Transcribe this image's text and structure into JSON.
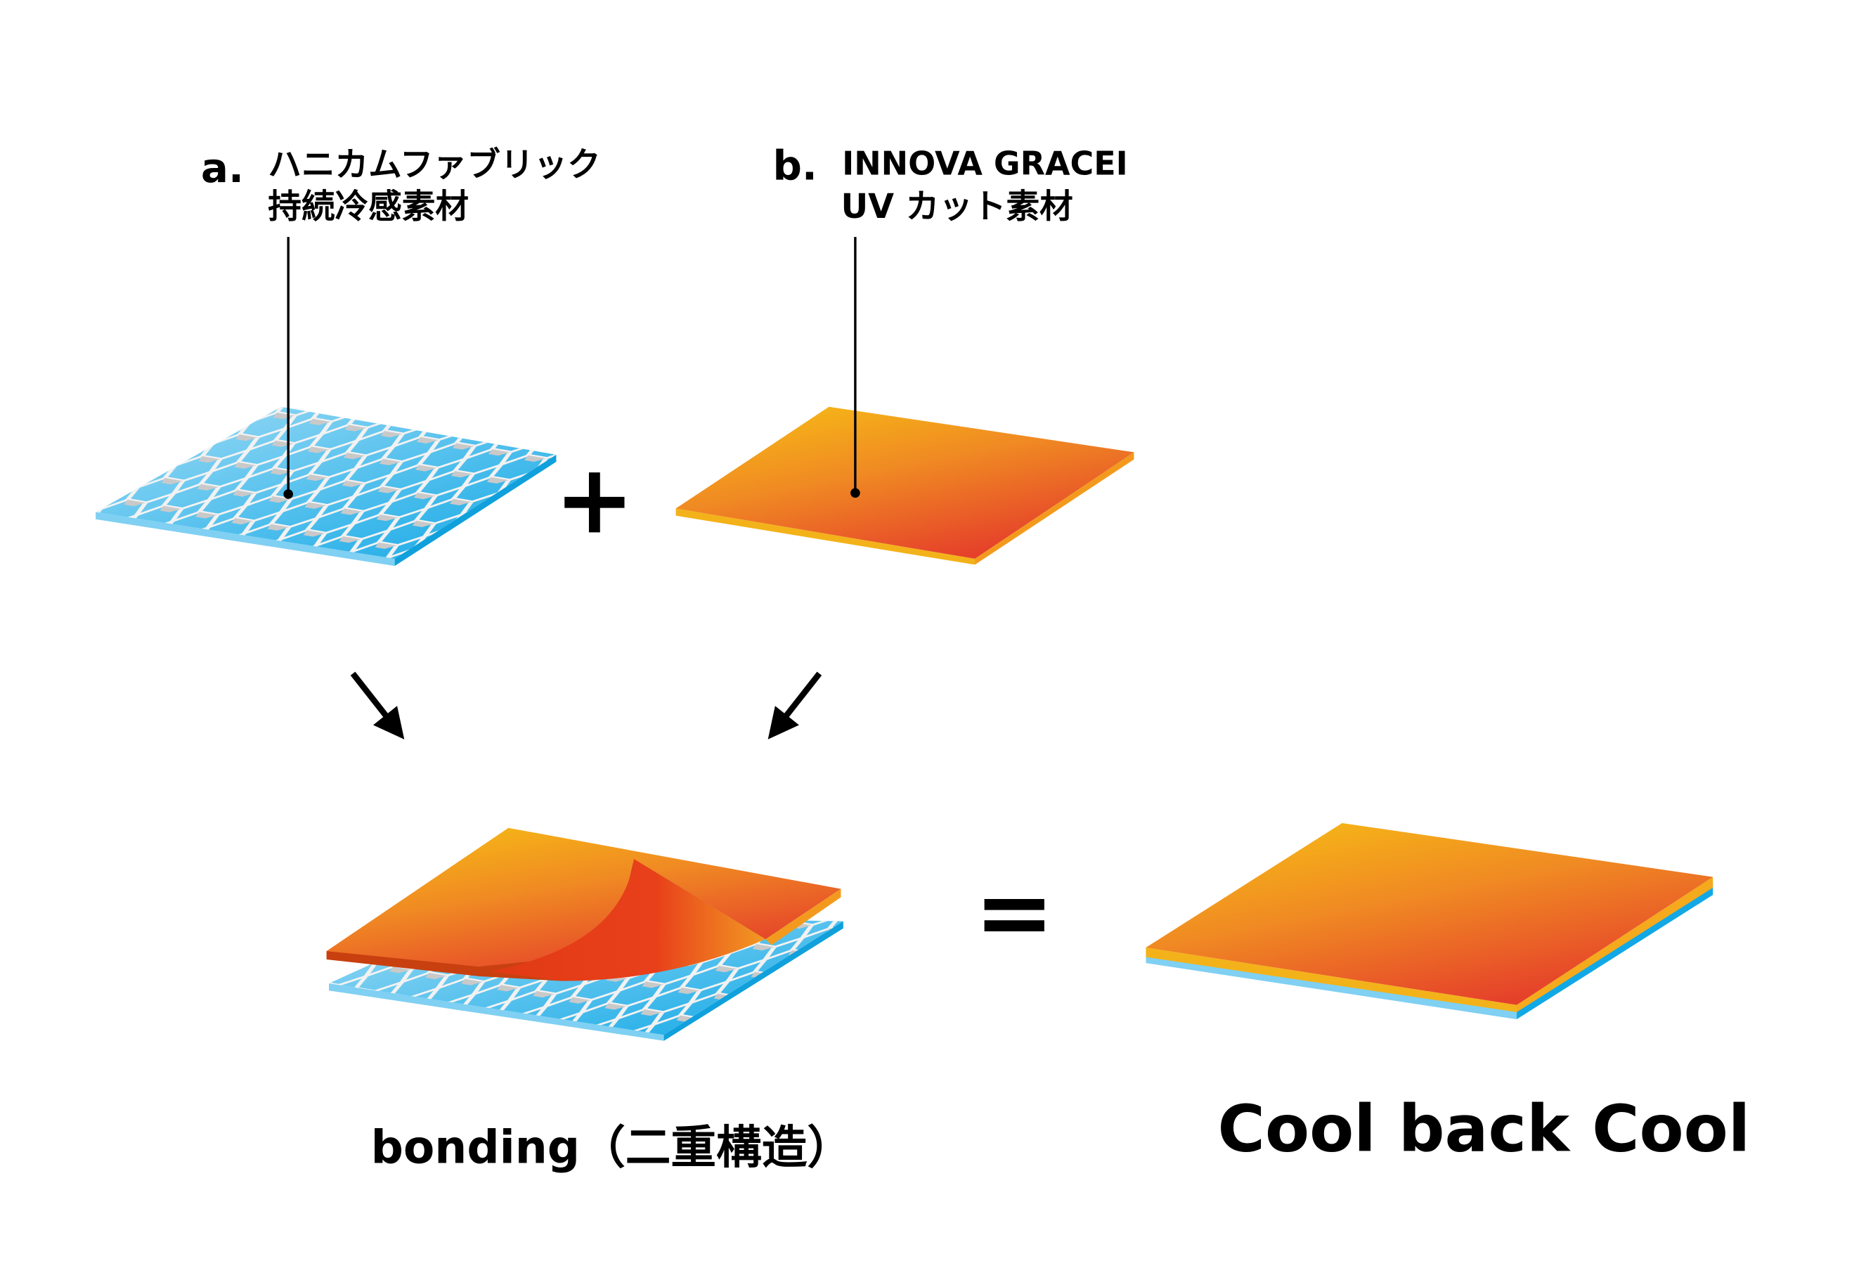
{
  "material_a": {
    "letter": "a.",
    "name": "ハニカムファブリック",
    "desc": "持続冷感素材"
  },
  "material_b": {
    "letter": "b.",
    "name": "INNOVA GRACEI",
    "desc": "UV カット素材"
  },
  "operators": {
    "plus": "+",
    "equals": "="
  },
  "bonding_label": "bonding（二重構造）",
  "result_label": "Cool back Cool",
  "colors": {
    "blue": "#1fb2e8",
    "orange_top": "#f7b614",
    "orange_mid": "#f08a23",
    "red": "#e5412a"
  }
}
